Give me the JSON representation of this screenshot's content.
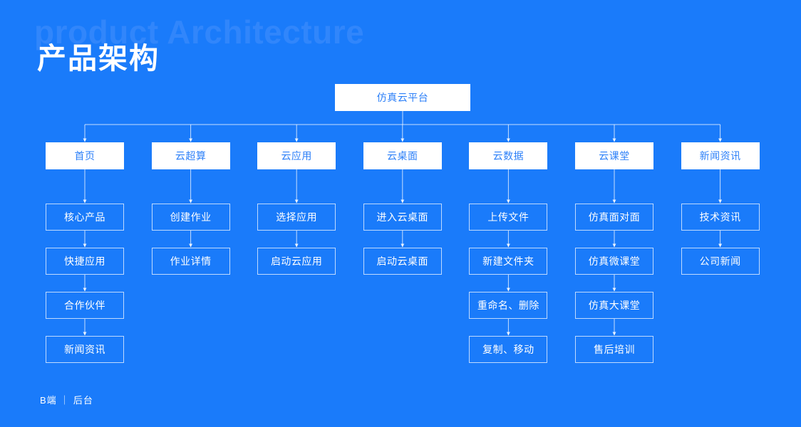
{
  "header": {
    "watermark": "product  Architecture",
    "title": "产品架构"
  },
  "footer": {
    "label": "B端 ｜ 后台"
  },
  "colors": {
    "background": "#1a7bfa",
    "watermark": "#3186fb",
    "node_fill_light": "#ffffff",
    "node_text_blue": "#2b7ff8",
    "node_text_white": "#ffffff",
    "connector": "rgba(255,255,255,0.75)"
  },
  "diagram": {
    "type": "tree",
    "root": {
      "label": "仿真云平台"
    },
    "columns": [
      {
        "head": "首页",
        "children": [
          "核心产品",
          "快捷应用",
          "合作伙伴",
          "新闻资讯"
        ]
      },
      {
        "head": "云超算",
        "children": [
          "创建作业",
          "作业详情"
        ]
      },
      {
        "head": "云应用",
        "children": [
          "选择应用",
          "启动云应用"
        ]
      },
      {
        "head": "云桌面",
        "children": [
          "进入云桌面",
          "启动云桌面"
        ]
      },
      {
        "head": "云数据",
        "children": [
          "上传文件",
          "新建文件夹",
          "重命名、删除",
          "复制、移动"
        ]
      },
      {
        "head": "云课堂",
        "children": [
          "仿真面对面",
          "仿真微课堂",
          "仿真大课堂",
          "售后培训"
        ]
      },
      {
        "head": "新闻资讯",
        "children": [
          "技术资讯",
          "公司新闻"
        ]
      }
    ]
  }
}
